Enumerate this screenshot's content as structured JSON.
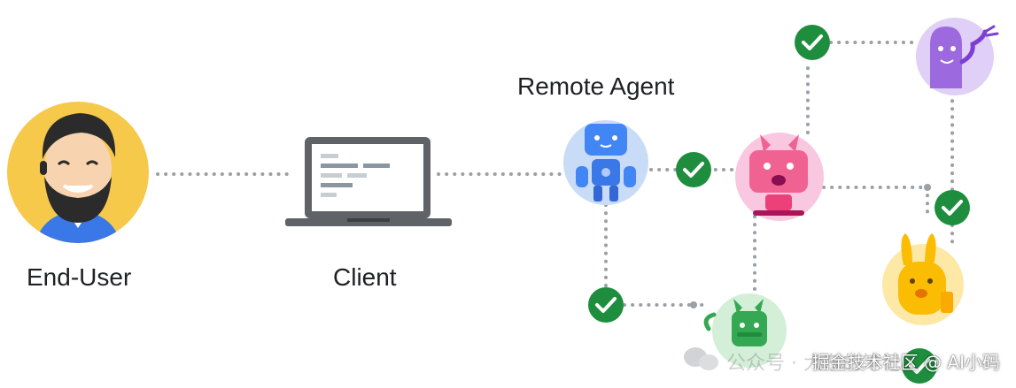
{
  "labels": {
    "end_user": "End-User",
    "client": "Client",
    "remote_agent": "Remote Agent"
  },
  "watermark": {
    "faded": "公众号 · 大东的笔记",
    "main": "掘金技术社区 @ AI小码"
  },
  "colors": {
    "dots": "#9aa0a6",
    "check_green": "#1e8e3e",
    "user_bg": "#f6c94b",
    "remote_bg": "#c9dcf7",
    "pink_bg": "#f9c7e0",
    "purple_bg": "#e0cff7",
    "yellow_bg": "#fde8a6",
    "green_bg": "#d3efd8"
  }
}
